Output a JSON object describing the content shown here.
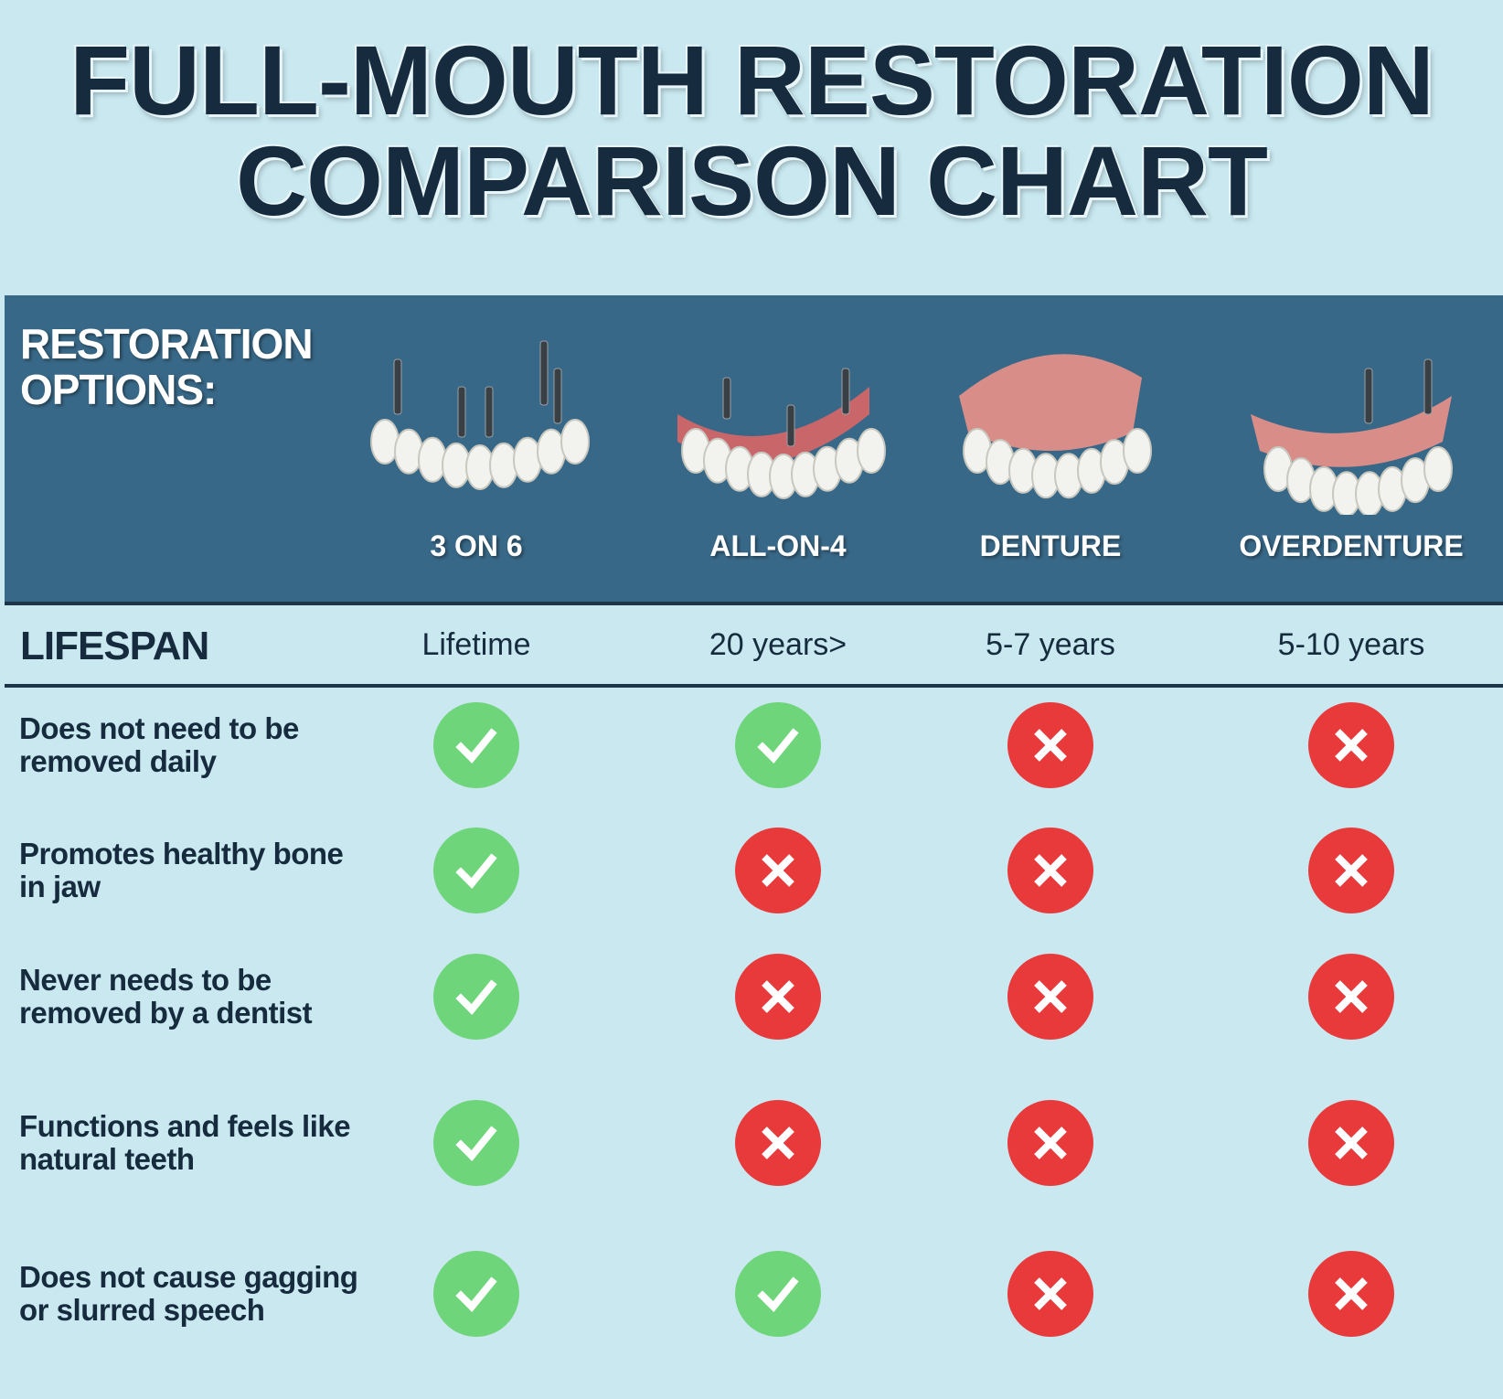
{
  "title": {
    "line1": "FULL-MOUTH RESTORATION",
    "line2": "COMPARISON CHART"
  },
  "header": {
    "options_label_1": "RESTORATION",
    "options_label_2": "OPTIONS:"
  },
  "options": [
    {
      "name": "3 ON 6",
      "image": "implant-bridge-icon",
      "lifespan": "Lifetime"
    },
    {
      "name": "ALL-ON-4",
      "image": "implant-denture-icon",
      "lifespan": "20 years>"
    },
    {
      "name": "DENTURE",
      "image": "denture-icon",
      "lifespan": "5-7 years"
    },
    {
      "name": "OVERDENTURE",
      "image": "overdenture-icon",
      "lifespan": "5-10 years"
    }
  ],
  "lifespan_label": "LIFESPAN",
  "rows": [
    {
      "label": "Does not need to be removed daily",
      "values": [
        true,
        true,
        false,
        false
      ]
    },
    {
      "label": "Promotes healthy bone in jaw",
      "values": [
        true,
        false,
        false,
        false
      ]
    },
    {
      "label": "Never needs to be removed by a dentist",
      "values": [
        true,
        false,
        false,
        false
      ]
    },
    {
      "label": "Functions and feels like natural teeth",
      "values": [
        true,
        false,
        false,
        false
      ]
    },
    {
      "label": "Does not cause gagging or slurred speech",
      "values": [
        true,
        true,
        false,
        false
      ]
    }
  ],
  "colors": {
    "background": "#c9e8f0",
    "band": "#386887",
    "title": "#162c3e",
    "yes": "#6fd57a",
    "no": "#e8393b"
  }
}
